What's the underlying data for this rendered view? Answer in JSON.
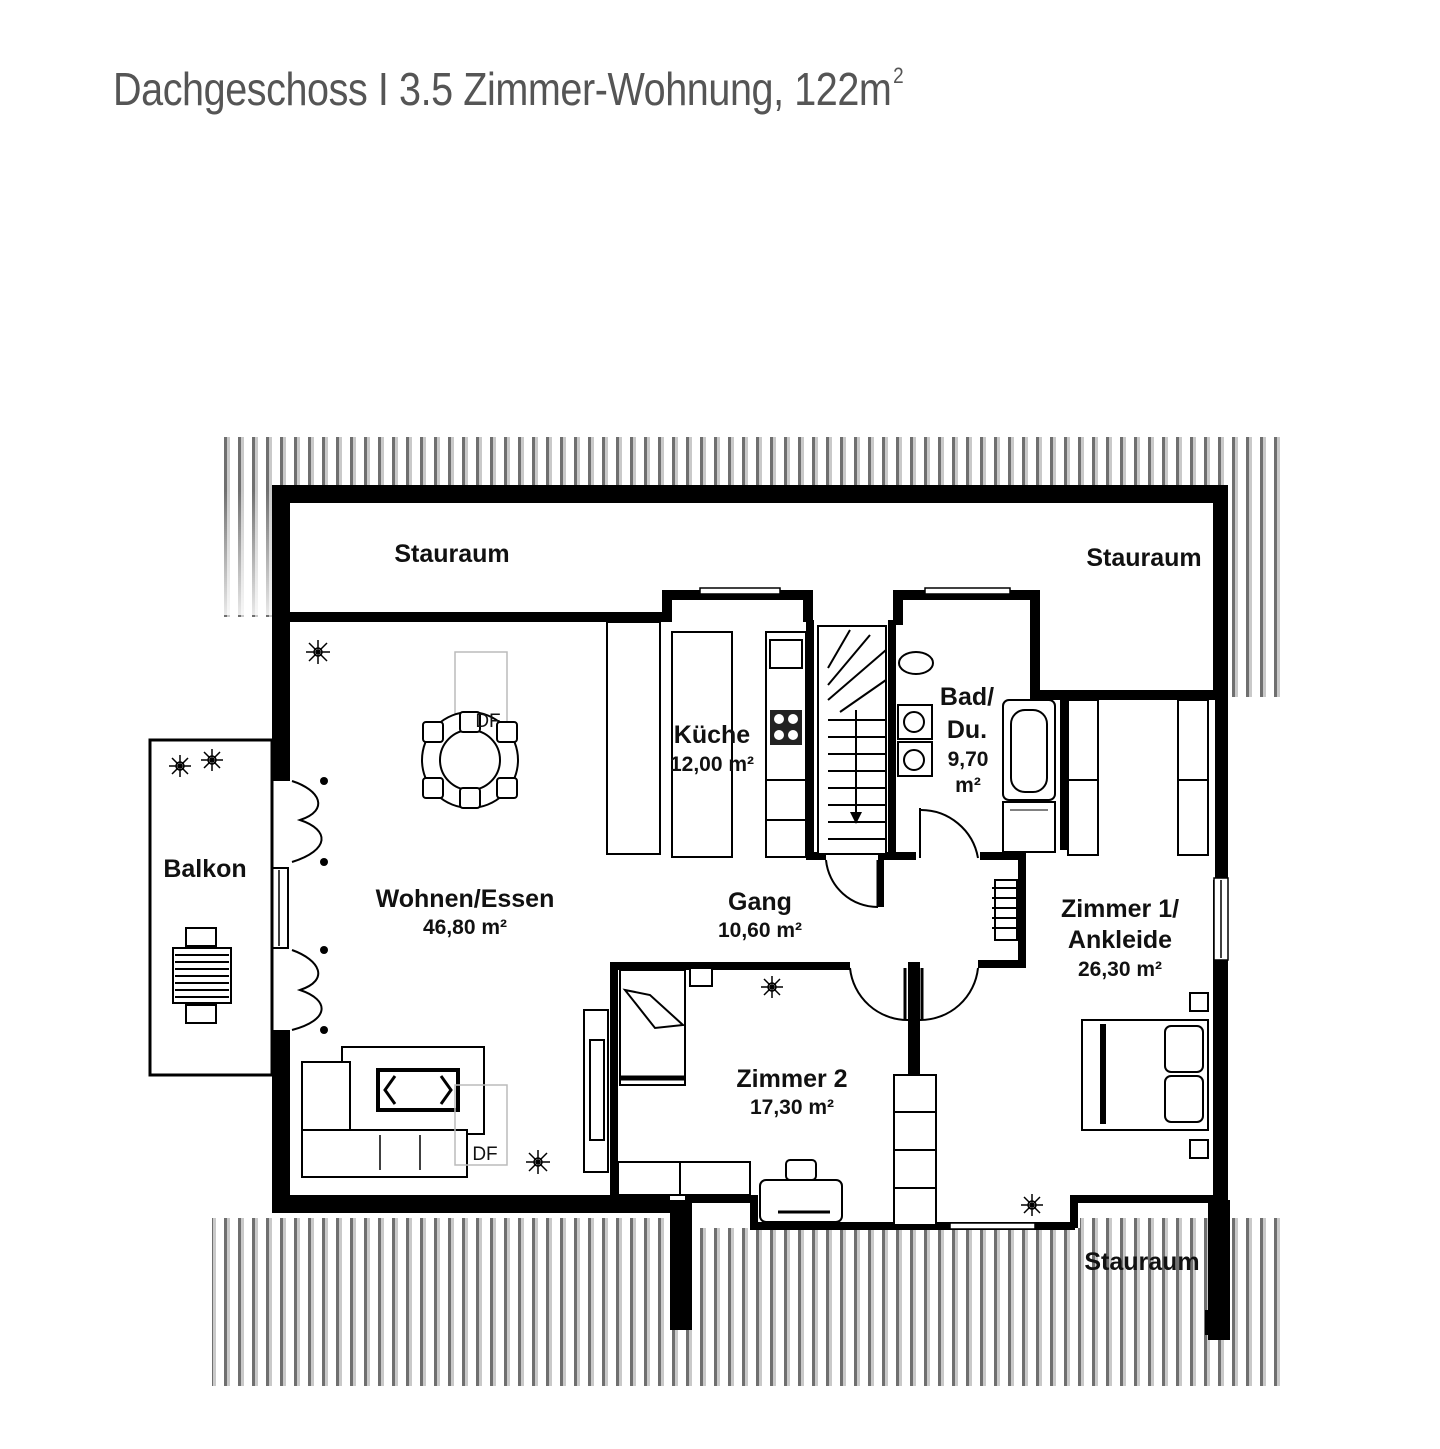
{
  "title": {
    "text": "Dachgeschoss I 3.5 Zimmer-Wohnung, 122m",
    "superscript": "2"
  },
  "rooms": {
    "stauraum_top_left": {
      "name": "Stauraum"
    },
    "stauraum_top_right": {
      "name": "Stauraum"
    },
    "stauraum_bottom_right": {
      "name": "Stauraum"
    },
    "balkon": {
      "name": "Balkon"
    },
    "wohnen": {
      "name": "Wohnen/Essen",
      "area": "46,80 m²"
    },
    "kueche": {
      "name": "Küche",
      "area": "12,00 m²"
    },
    "bad": {
      "name_line1": "Bad/",
      "name_line2": "Du.",
      "area_line1": "9,70",
      "area_line2": "m²"
    },
    "gang": {
      "name": "Gang",
      "area": "10,60 m²"
    },
    "zimmer1": {
      "name_line1": "Zimmer 1/",
      "name_line2": "Ankleide",
      "area": "26,30 m²"
    },
    "zimmer2": {
      "name": "Zimmer 2",
      "area": "17,30 m²"
    }
  },
  "markers": {
    "df_top": "DF",
    "df_bottom": "DF"
  }
}
